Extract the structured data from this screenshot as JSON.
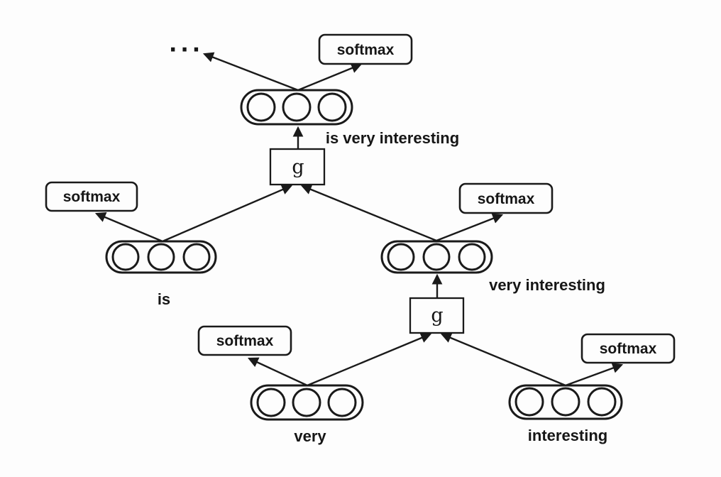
{
  "diagram": {
    "classifier_label": "softmax",
    "composition_function_label": "g",
    "ellipsis": "···",
    "phrases": {
      "root": "is very interesting",
      "left_child": "is",
      "right_child": "very interesting",
      "leaf_left": "very",
      "leaf_right": "interesting"
    },
    "node_units_per_vector": 3,
    "colors": {
      "stroke": "#1a1a1a",
      "text": "#161616",
      "background": "#fdfdfd"
    }
  }
}
